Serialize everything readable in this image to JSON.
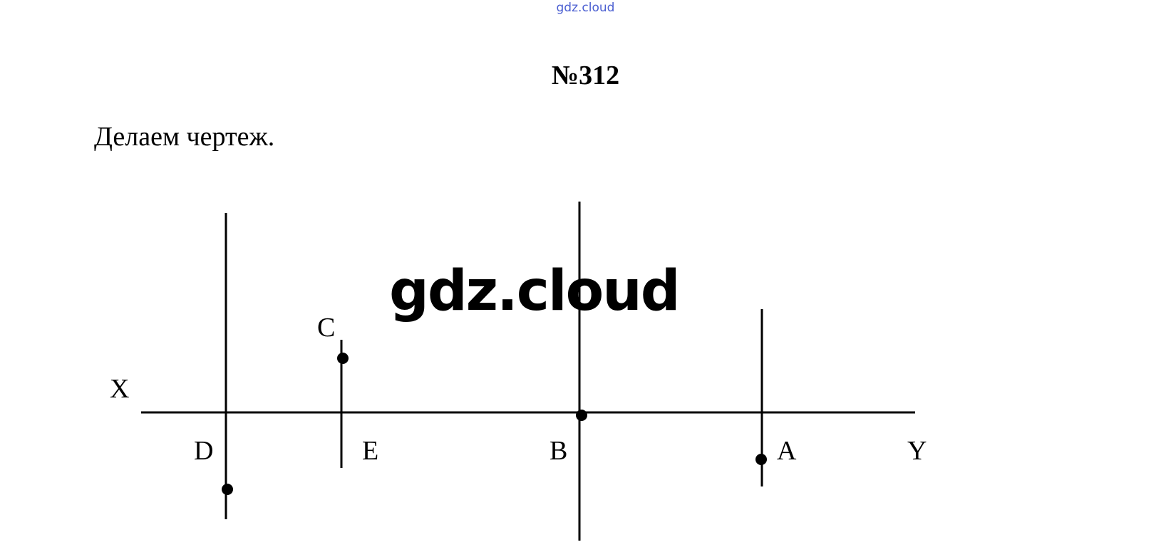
{
  "header": {
    "watermark_small": "gdz.cloud",
    "problem_number": "№312"
  },
  "content": {
    "intro": "Делаем чертеж."
  },
  "diagram": {
    "watermark_large": "gdz.cloud",
    "line_labels": {
      "start": "X",
      "end": "Y"
    },
    "points": [
      {
        "id": "D",
        "label": "D"
      },
      {
        "id": "E",
        "label": "E"
      },
      {
        "id": "C",
        "label": "C"
      },
      {
        "id": "B",
        "label": "B"
      },
      {
        "id": "A",
        "label": "A"
      }
    ]
  }
}
